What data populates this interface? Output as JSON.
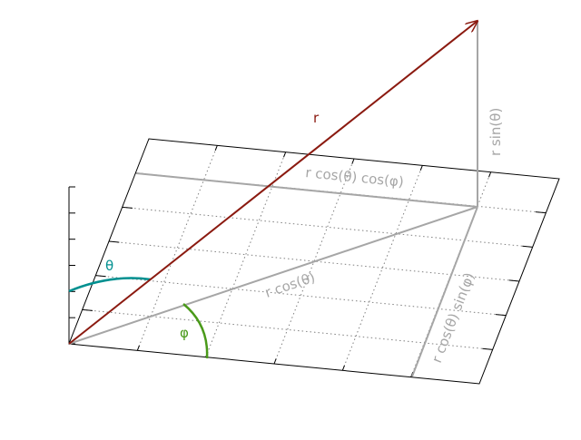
{
  "labels": {
    "r": "r",
    "r_sin_theta": "r sin(θ)",
    "r_cos_theta_cos_phi": "r cos(θ) cos(φ)",
    "r_cos_theta": "r cos(θ)",
    "r_cos_theta_sin_phi": "r cos(θ) sin(φ)",
    "theta": "θ",
    "phi": "φ"
  },
  "colors": {
    "vector": "#8b1a10",
    "projection": "#a6a6a6",
    "theta": "#009090",
    "phi": "#4a9a1a",
    "grid": "#808080",
    "border": "#000000"
  }
}
